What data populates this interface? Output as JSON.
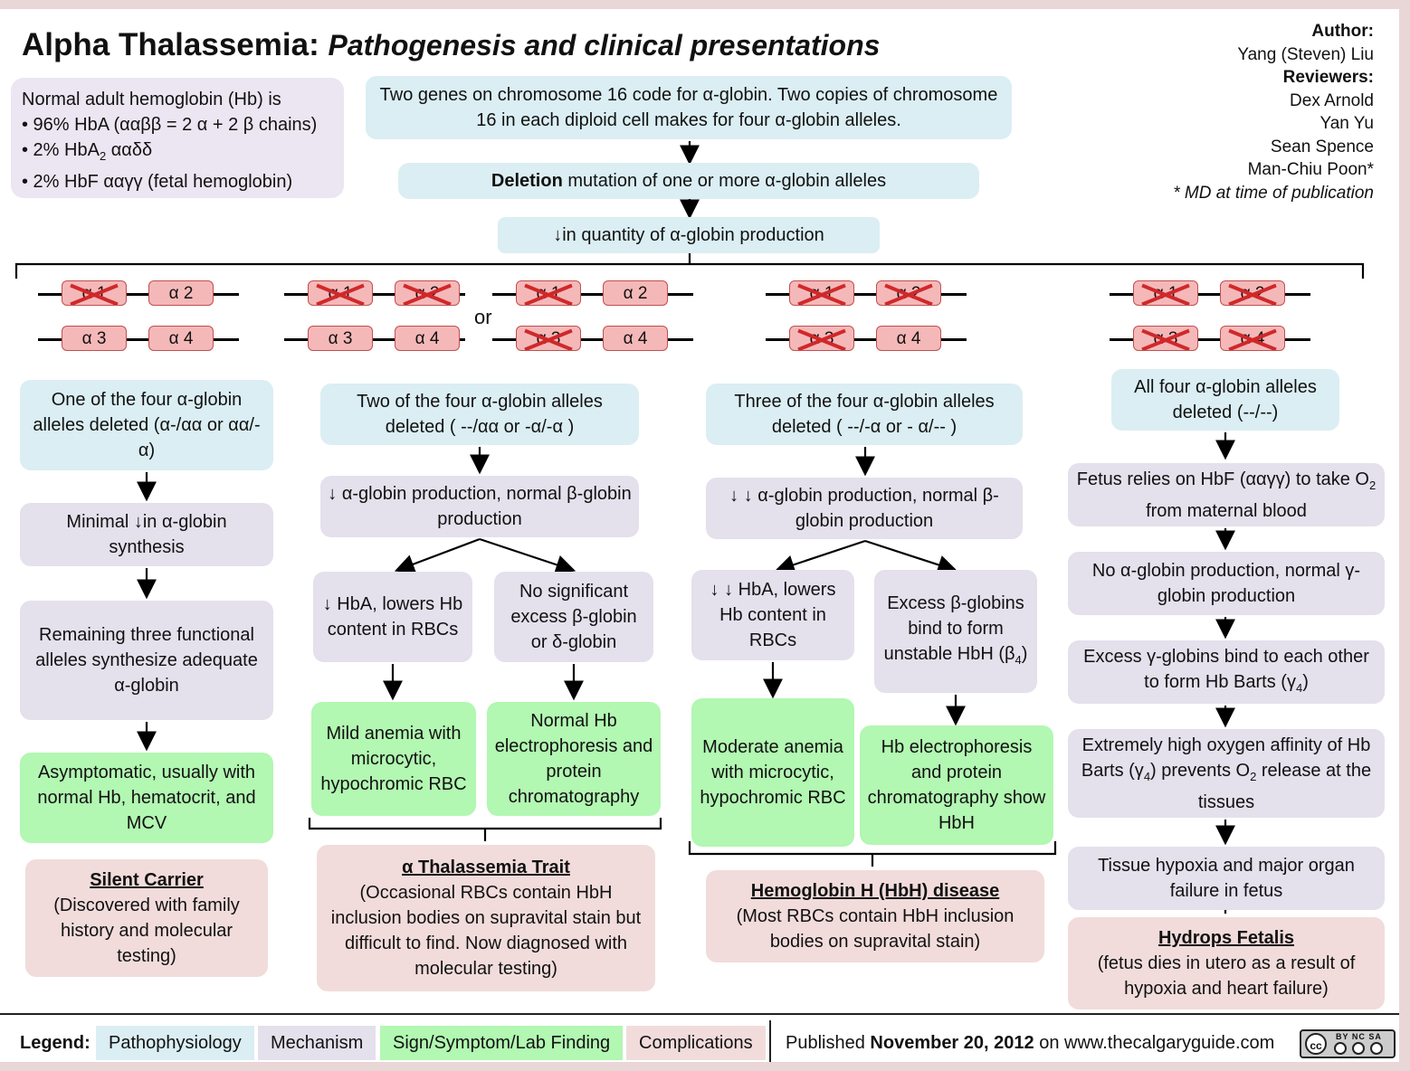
{
  "title": {
    "main": "Alpha Thalassemia:",
    "sub": "Pathogenesis and clinical presentations"
  },
  "authors": {
    "author_label": "Author:",
    "author": "Yang (Steven) Liu",
    "reviewers_label": "Reviewers:",
    "reviewers": [
      "Dex Arnold",
      "Yan Yu",
      "Sean Spence",
      "Man-Chiu Poon*"
    ],
    "note": "* MD at time of publication"
  },
  "hb_box": {
    "line1": "Normal adult hemoglobin (Hb) is",
    "line2": "• 96% HbA (ααββ = 2 α + 2 β chains)",
    "line3_pre": "• 2% HbA",
    "line3_sub": "2",
    "line3_post": " ααδδ",
    "line4": "• 2% HbF ααγγ (fetal hemoglobin)"
  },
  "top_flow": {
    "genes": "Two genes on chromosome 16 code for α-globin.  Two copies of chromosome 16 in each diploid cell makes for four α-globin alleles.",
    "deletion_bold": "Deletion",
    "deletion_rest": " mutation of one or more α-globin alleles",
    "decrease": "↓in quantity of  α-globin production"
  },
  "alleles": {
    "a1": "α 1",
    "a2": "α 2",
    "a3": "α 3",
    "a4": "α 4",
    "or": "or"
  },
  "col1": {
    "b1": "One of the four α-globin alleles deleted (α-/αα or αα/-α)",
    "b2": "Minimal ↓in α-globin synthesis",
    "b3": "Remaining three functional alleles synthesize adequate α-globin",
    "b4": "Asymptomatic, usually with normal Hb, hematocrit, and MCV",
    "c_title": "Silent Carrier",
    "c_body": "(Discovered with family history and molecular testing)"
  },
  "col2": {
    "b1": "Two of the four α-globin alleles deleted ( --/αα or -α/-α )",
    "b2": "↓  α-globin production, normal β-globin production",
    "b3l": "↓ HbA, lowers Hb content in RBCs",
    "b3r": "No significant excess β-globin or δ-globin",
    "b4l": "Mild anemia with microcytic, hypochromic RBC",
    "b4r": "Normal Hb electrophoresis and protein chromatography",
    "c_title": "α Thalassemia Trait",
    "c_body": "(Occasional RBCs contain HbH inclusion bodies on supravital stain but difficult to find. Now diagnosed with molecular testing)"
  },
  "col3": {
    "b1": "Three of the four α-globin alleles deleted ( --/-α or - α/-- )",
    "b2": "↓ ↓ α-globin production, normal β-globin production",
    "b3l": "↓ ↓ HbA, lowers Hb content in RBCs",
    "b3r_pre": "Excess β-globins bind to form unstable HbH (β",
    "b3r_sub": "4",
    "b3r_post": ")",
    "b4l": "Moderate anemia with microcytic, hypochromic RBC",
    "b4r": "Hb electrophoresis and protein chromatography show HbH",
    "c_title": "Hemoglobin H (HbH) disease",
    "c_body": "(Most RBCs contain HbH inclusion bodies  on supravital stain)"
  },
  "col4": {
    "b1": "All four α-globin alleles deleted (--/--)",
    "b2_pre": "Fetus relies on HbF (ααγγ) to take O",
    "b2_sub": "2",
    "b2_post": " from maternal blood",
    "b3": "No α-globin production, normal γ-globin production",
    "b4_pre": "Excess γ-globins bind to each other to form Hb Barts (γ",
    "b4_sub": "4",
    "b4_post": ")",
    "b5_pre": "Extremely high oxygen affinity of Hb Barts (γ",
    "b5_sub": "4",
    "b5_mid": ") prevents O",
    "b5_sub2": "2",
    "b5_post": " release at the tissues",
    "b6": "Tissue hypoxia and major organ failure in fetus",
    "c_title": "Hydrops Fetalis",
    "c_body": "(fetus dies in utero as a result of hypoxia and heart failure)"
  },
  "legend": {
    "label": "Legend:",
    "items": [
      "Pathophysiology",
      "Mechanism",
      "Sign/Symptom/Lab Finding",
      "Complications"
    ],
    "pub_pre": "Published ",
    "pub_date": "November 20, 2012",
    "pub_post": " on www.thecalgaryguide.com",
    "license_text": "BY  NC  SA"
  },
  "colors": {
    "blue": "#dbeef3",
    "purple": "#e4e0ec",
    "green": "#b2f7b2",
    "pink": "#f1dcdb",
    "allele": "#f5b8b8",
    "cross": "#d0282a"
  }
}
